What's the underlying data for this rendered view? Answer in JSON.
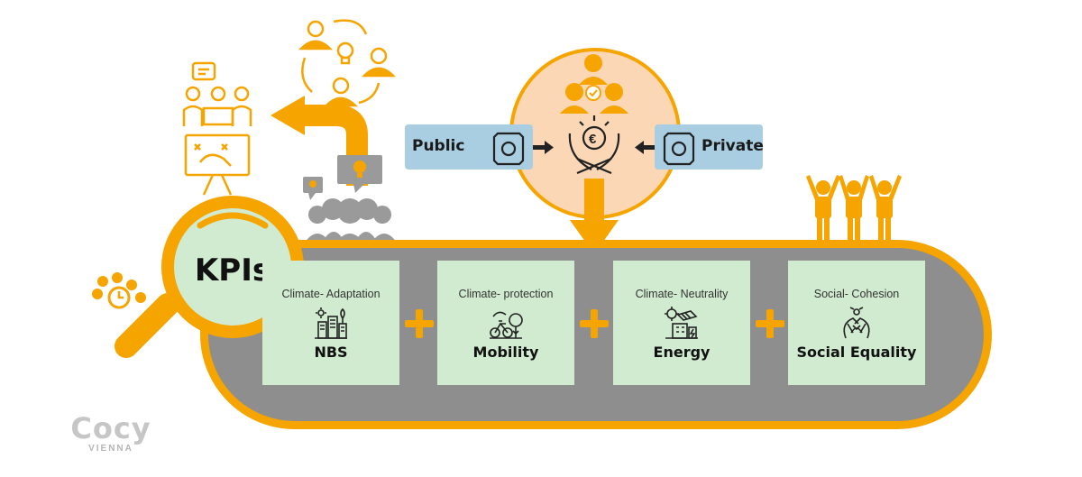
{
  "kpi_label": "KPIs",
  "funding": {
    "public_label": "Public",
    "private_label": "Private"
  },
  "pillars": [
    {
      "category": "Climate- Adaptation",
      "name": "NBS"
    },
    {
      "category": "Climate- protection",
      "name": "Mobility"
    },
    {
      "category": "Climate- Neutrality",
      "name": "Energy"
    },
    {
      "category": "Social- Cohesion",
      "name": "Social Equality"
    }
  ],
  "logo": {
    "main": "Cocy",
    "sub": "VIENNA"
  },
  "colors": {
    "accent_orange": "#f5a400",
    "track_grey": "#8e8e8e",
    "box_green": "#d1ebd1",
    "tag_blue": "#a9cde1",
    "circle_peach": "#fcd7b6",
    "people_grey": "#9a9a9a"
  },
  "icons": [
    "magnifier-icon",
    "meeting-icon",
    "whiteboard-icon",
    "cycle-ideas-icon",
    "crowd-icon",
    "hands-euro-icon",
    "money-icon",
    "people-cheering-icon",
    "clock-people-icon"
  ]
}
